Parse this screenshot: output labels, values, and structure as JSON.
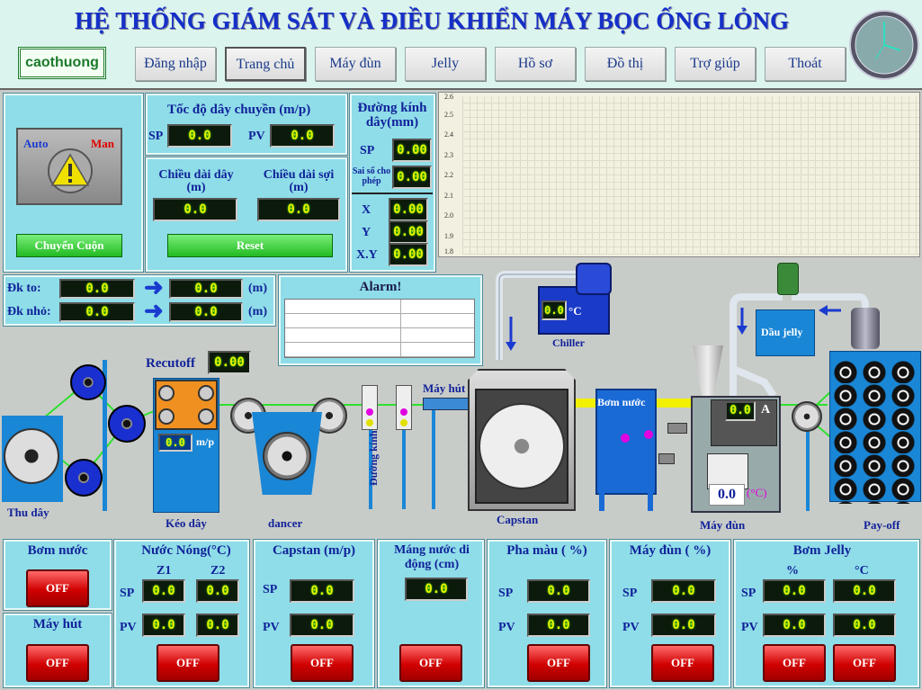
{
  "header": {
    "title": "HỆ THỐNG GIÁM SÁT VÀ ĐIỀU KHIỂN MÁY BỌC ỐNG LỎNG",
    "user": "caothuong"
  },
  "nav": [
    {
      "label": "Đăng nhập"
    },
    {
      "label": "Trang chủ"
    },
    {
      "label": "Máy đùn"
    },
    {
      "label": "Jelly"
    },
    {
      "label": "Hồ sơ"
    },
    {
      "label": "Đồ thị"
    },
    {
      "label": "Trợ giúp"
    },
    {
      "label": "Thoát"
    }
  ],
  "mode": {
    "auto": "Auto",
    "man": "Man",
    "switch_label": "Chuyển Cuộn"
  },
  "line_speed": {
    "title": "Tốc độ dây chuyền (m/p)",
    "sp_label": "SP",
    "sp": "0.0",
    "pv_label": "PV",
    "pv": "0.0"
  },
  "lengths": {
    "wire_label": "Chiều dài dây (m)",
    "wire": "0.0",
    "fiber_label": "Chiều dài sợi (m)",
    "fiber": "0.0",
    "reset": "Reset"
  },
  "diameter": {
    "title": "Đường kính dây(mm)",
    "sp_label": "SP",
    "sp": "0.00",
    "tol_label": "Sai số cho phép",
    "tol": "0.00",
    "x_label": "X",
    "x": "0.00",
    "y_label": "Y",
    "y": "0.00",
    "xy_label": "X.Y",
    "xy": "0.00"
  },
  "chart_axis": [
    "2.6",
    "2.5",
    "2.4",
    "2.3",
    "2.2",
    "2.1",
    "2.0",
    "1.9",
    "1.8"
  ],
  "dk": {
    "big_label": "Đk to:",
    "big_in": "0.0",
    "big_out": "0.0",
    "small_label": "Đk nhỏ:",
    "small_in": "0.0",
    "small_out": "0.0",
    "unit": "(m)"
  },
  "alarm": {
    "title": "Alarm!"
  },
  "process": {
    "recutoff_label": "Recutoff",
    "recutoff": "0.00",
    "keo_speed": "0.0",
    "keo_unit": "m/p",
    "chiller_temp": "0.0",
    "chiller_unit": "°C",
    "chiller_label": "Chiller",
    "may_hut": "Máy hút",
    "bom_nuoc": "Bơm nước",
    "dau_jelly": "Dầu jelly",
    "duong_kinh": "Đường kính",
    "extruder_a": "0.0",
    "extruder_a_unit": "A",
    "extruder_temp": "0.0",
    "extruder_temp_unit": "(°C)",
    "labels": {
      "thu_day": "Thu dây",
      "keo_day": "Kéo dây",
      "dancer": "dancer",
      "capstan": "Capstan",
      "may_dun": "Máy đùn",
      "payoff": "Pay-off"
    }
  },
  "bottom": {
    "bom_nuoc": {
      "title": "Bơm nước",
      "btn": "OFF"
    },
    "may_hut": {
      "title": "Máy hút",
      "btn": "OFF"
    },
    "nuoc_nong": {
      "title": "Nước Nóng(°C)",
      "z1": "Z1",
      "z2": "Z2",
      "sp_label": "SP",
      "pv_label": "PV",
      "sp_z1": "0.0",
      "sp_z2": "0.0",
      "pv_z1": "0.0",
      "pv_z2": "0.0",
      "btn": "OFF"
    },
    "capstan": {
      "title": "Capstan (m/p)",
      "sp_label": "SP",
      "pv_label": "PV",
      "sp": "0.0",
      "pv": "0.0",
      "btn": "OFF"
    },
    "mang_nuoc": {
      "title": "Máng nước di động (cm)",
      "val": "0.0",
      "btn": "OFF"
    },
    "pha_mau": {
      "title": "Pha màu ( %)",
      "sp_label": "SP",
      "pv_label": "PV",
      "sp": "0.0",
      "pv": "0.0",
      "btn": "OFF"
    },
    "may_dun": {
      "title": "Máy đùn ( %)",
      "sp_label": "SP",
      "pv_label": "PV",
      "sp": "0.0",
      "pv": "0.0",
      "btn": "OFF"
    },
    "bom_jelly": {
      "title": "Bơm Jelly",
      "pct": "%",
      "deg": "°C",
      "sp_label": "SP",
      "pv_label": "PV",
      "sp_pct": "0.0",
      "sp_deg": "0.0",
      "pv_pct": "0.0",
      "pv_deg": "0.0",
      "btn1": "OFF",
      "btn2": "OFF"
    }
  }
}
